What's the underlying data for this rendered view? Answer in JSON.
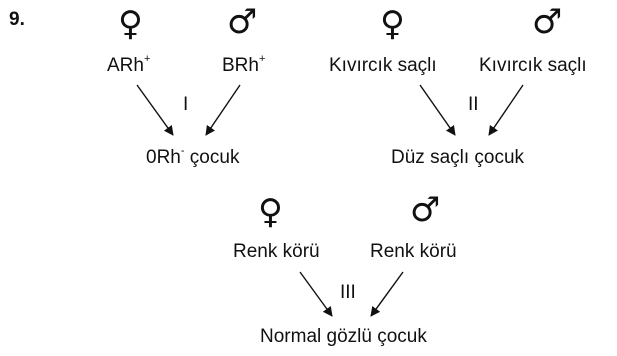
{
  "question_number": "9.",
  "symbols": {
    "female": "♀",
    "male": "♂"
  },
  "cross_1": {
    "female_label": "ARh",
    "female_sup": "+",
    "male_label": "BRh",
    "male_sup": "+",
    "roman": "I",
    "child_prefix": "0Rh",
    "child_sup": "-",
    "child_suffix": " çocuk"
  },
  "cross_2": {
    "female_label": "Kıvırcık saçlı",
    "male_label": "Kıvırcık saçlı",
    "roman": "II",
    "child": "Düz saçlı çocuk"
  },
  "cross_3": {
    "female_label": "Renk körü",
    "male_label": "Renk körü",
    "roman": "III",
    "child": "Normal gözlü çocuk"
  }
}
